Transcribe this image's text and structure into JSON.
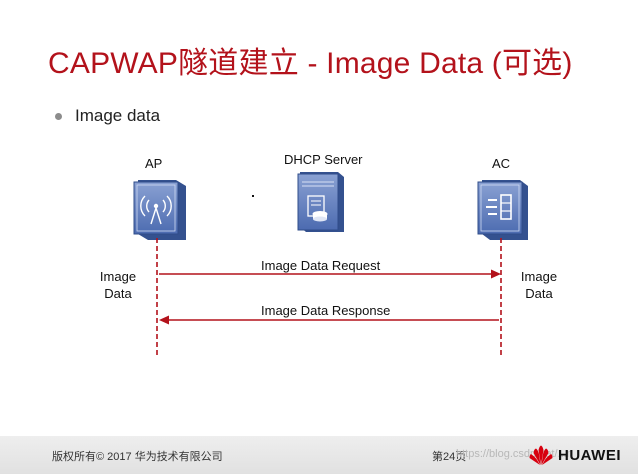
{
  "slide": {
    "title": "CAPWAP隧道建立 - Image Data (可选)",
    "bullet": "Image data"
  },
  "nodes": {
    "ap": "AP",
    "dhcp": "DHCP Server",
    "ac": "AC"
  },
  "side_labels": {
    "left": [
      "Image",
      "Data"
    ],
    "right": [
      "Image",
      "Data"
    ]
  },
  "messages": [
    {
      "text": "Image Data Request",
      "direction": "AP→AC"
    },
    {
      "text": "Image Data Response",
      "direction": "AC→AP"
    }
  ],
  "footer": {
    "copyright": "版权所有© 2017 华为技术有限公司",
    "page": "第24页",
    "watermark": "https://blog.csdn.net/...n",
    "brand": "HUAWEI"
  },
  "colors": {
    "title": "#b3121b",
    "lifeline": "#b3121b",
    "arrow": "#b3121b",
    "device": "#5a78b8"
  },
  "icons": {
    "ap": "wireless-ap-icon",
    "dhcp": "server-icon",
    "ac": "access-controller-icon",
    "brand": "huawei-logo-icon"
  }
}
